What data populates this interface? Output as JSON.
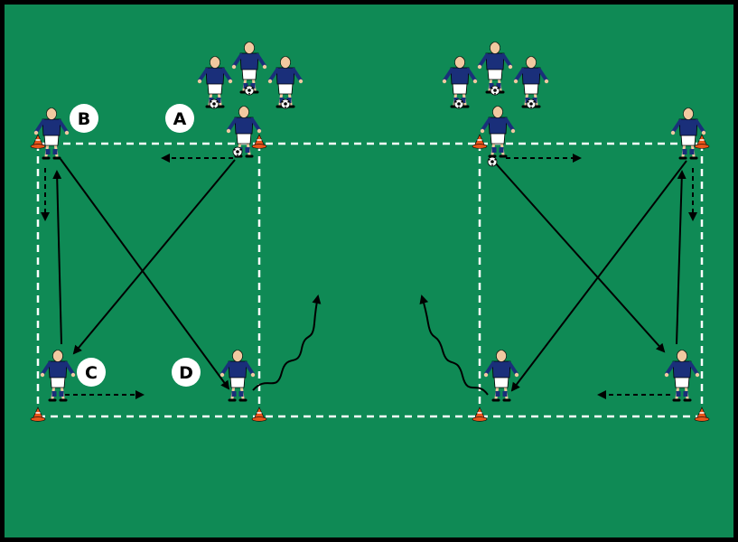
{
  "diagram": {
    "colors": {
      "pitch": "#0f8a55",
      "border": "#000000",
      "lines": "#ffffff",
      "arrows": "#000000",
      "jersey": "#1a2f7a",
      "shorts": "#ffffff",
      "skin": "#f1c9a0",
      "hair": "#2a1a10",
      "cone": "#e8561b"
    },
    "labels": {
      "a": "A",
      "b": "B",
      "c": "C",
      "d": "D"
    },
    "markers": {
      "player_icon": "player-icon",
      "cone_icon": "cone-icon",
      "ball_icon": "ball-icon",
      "run_arrow": "dashed-arrow",
      "pass_arrow": "solid-arrow",
      "dribble_arrow": "wavy-arrow"
    }
  }
}
